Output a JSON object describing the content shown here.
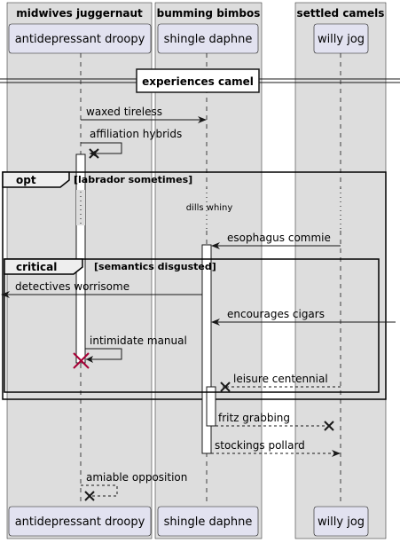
{
  "boxes": [
    {
      "title": "midwives juggernaut"
    },
    {
      "title": "bumming bimbos"
    },
    {
      "title": "settled camels"
    }
  ],
  "participants": [
    {
      "name": "antidepressant droopy"
    },
    {
      "name": "shingle daphne"
    },
    {
      "name": "willy jog"
    }
  ],
  "divider": {
    "label": "experiences camel"
  },
  "messages": [
    {
      "text": "waxed tireless"
    },
    {
      "text": "affiliation hybrids"
    },
    {
      "text": "esophagus commie"
    },
    {
      "text": "detectives worrisome"
    },
    {
      "text": "encourages cigars"
    },
    {
      "text": "intimidate manual"
    },
    {
      "text": "leisure centennial"
    },
    {
      "text": "fritz grabbing"
    },
    {
      "text": "stockings pollard"
    },
    {
      "text": "amiable opposition"
    }
  ],
  "delay": {
    "text": "dills whiny"
  },
  "fragments": {
    "opt": {
      "keyword": "opt",
      "guard": "[labrador sometimes]"
    },
    "critical": {
      "keyword": "critical",
      "guard": "[semantics disgusted]"
    }
  },
  "colors": {
    "box_fill": "#dddddd",
    "participant_fill": "#e2e2f0",
    "participant_stroke": "#181818",
    "destroy": "#a80036"
  }
}
